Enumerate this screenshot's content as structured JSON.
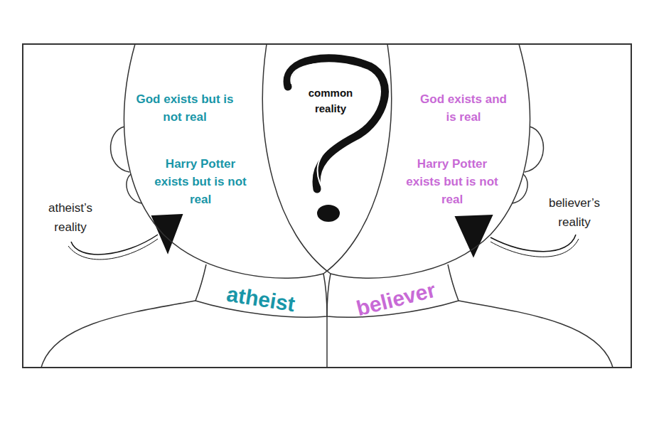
{
  "diagram": {
    "nodes": [
      {
        "text": [
          "God exists but is not real",
          "Harry Potter exists but is not real"
        ]
      },
      {
        "text": [
          "God exists and is real",
          "Harry Potter exists but is not real"
        ]
      },
      {
        "text": [
          "atheist"
        ]
      },
      {
        "text": [
          "believer"
        ]
      }
    ],
    "labels": [
      "common reality",
      "atheist’s reality",
      "believer’s reality"
    ]
  }
}
